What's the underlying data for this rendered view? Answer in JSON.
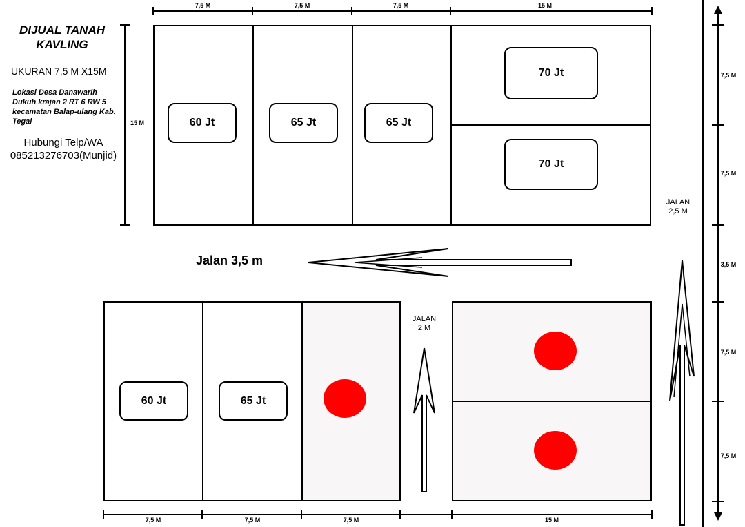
{
  "header": {
    "title_line1": "DIJUAL TANAH",
    "title_line2": "KAVLING",
    "size": "UKURAN 7,5 M X15M",
    "location": "Lokasi Desa Danawarih Dukuh krajan 2 RT 6 RW 5 kecamatan Balap-ulang Kab. Tegal",
    "contact_label": "Hubungi Telp/WA",
    "contact_number": "085213276703(Munjid)"
  },
  "top_block": {
    "dim_labels": [
      "7,5 M",
      "7,5 M",
      "7,5 M",
      "15 M"
    ],
    "side_label": "15 M",
    "prices": [
      "60 Jt",
      "65 Jt",
      "65 Jt",
      "70 Jt",
      "70 Jt"
    ]
  },
  "bottom_block": {
    "dim_labels": [
      "7,5 M",
      "7,5 M",
      "7,5 M",
      "15 M"
    ],
    "prices": [
      "60 Jt",
      "65 Jt"
    ]
  },
  "roads": {
    "main": "Jalan 3,5 m",
    "side_small_line1": "JALAN",
    "side_small_line2": "2 M",
    "side_large_line1": "JALAN",
    "side_large_line2": "2,5 M"
  },
  "right_scale": [
    "7,5 M",
    "7,5 M",
    "3,5 M",
    "7,5 M",
    "7,5 M"
  ],
  "colors": {
    "sold_marker": "#ff0000",
    "line": "#000000"
  }
}
